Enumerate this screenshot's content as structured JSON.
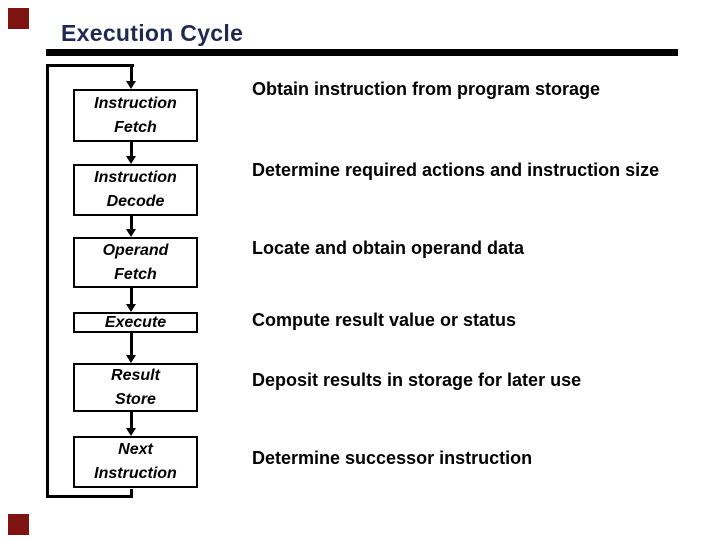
{
  "theme": {
    "background": "#ffffff",
    "title_color": "#1f2a52",
    "corner_square_color": "#7e1411",
    "line_color": "#000000"
  },
  "slide": {
    "title": "Execution Cycle",
    "steps": [
      {
        "label": "Instruction\nFetch",
        "description": "Obtain instruction from program storage"
      },
      {
        "label": "Instruction\nDecode",
        "description": "Determine required actions and instruction size"
      },
      {
        "label": "Operand\nFetch",
        "description": "Locate and obtain operand data"
      },
      {
        "label": "Execute",
        "description": "Compute result value or status"
      },
      {
        "label": "Result\nStore",
        "description": "Deposit results in storage for later use"
      },
      {
        "label": "Next\nInstruction",
        "description": "Determine successor instruction"
      }
    ]
  }
}
